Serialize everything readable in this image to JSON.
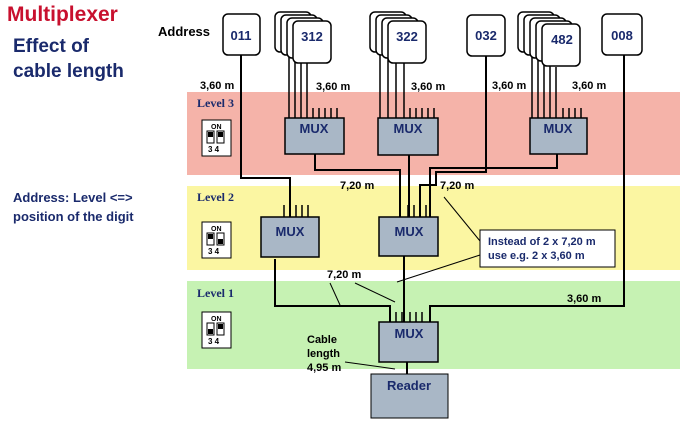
{
  "title": "Multiplexer",
  "subtitle_line1": "Effect of",
  "subtitle_line2": "cable length",
  "address_label": "Address",
  "side_note_line1": "Address: Level <=>",
  "side_note_line2": "position of the digit",
  "levels": [
    "Level 3",
    "Level 2",
    "Level 1"
  ],
  "switch": {
    "on": "ON",
    "pins": "3 4"
  },
  "addresses": [
    "011",
    "312",
    "322",
    "032",
    "482",
    "008"
  ],
  "mux_label": "MUX",
  "reader_label": "Reader",
  "lengths": {
    "top_left": "3,60 m",
    "top_312": "3,60 m",
    "top_322": "3,60 m",
    "top_032": "3,60 m",
    "top_482": "3,60 m",
    "mid_left": "7,20 m",
    "mid_right": "7,20 m",
    "low_left": "7,20 m",
    "low_right": "3,60 m"
  },
  "callout_line1": "Instead of 2 x 7,20 m",
  "callout_line2": "use e.g. 2 x 3,60 m",
  "cable_length": [
    "Cable",
    "length",
    "4,95 m"
  ],
  "colors": {
    "level3": "#f5b3a9",
    "level2": "#fbf6a2",
    "level1": "#c6f2b3",
    "mux": "#a9b7c6",
    "title": "#c8102e",
    "text": "#1a2a6c"
  }
}
